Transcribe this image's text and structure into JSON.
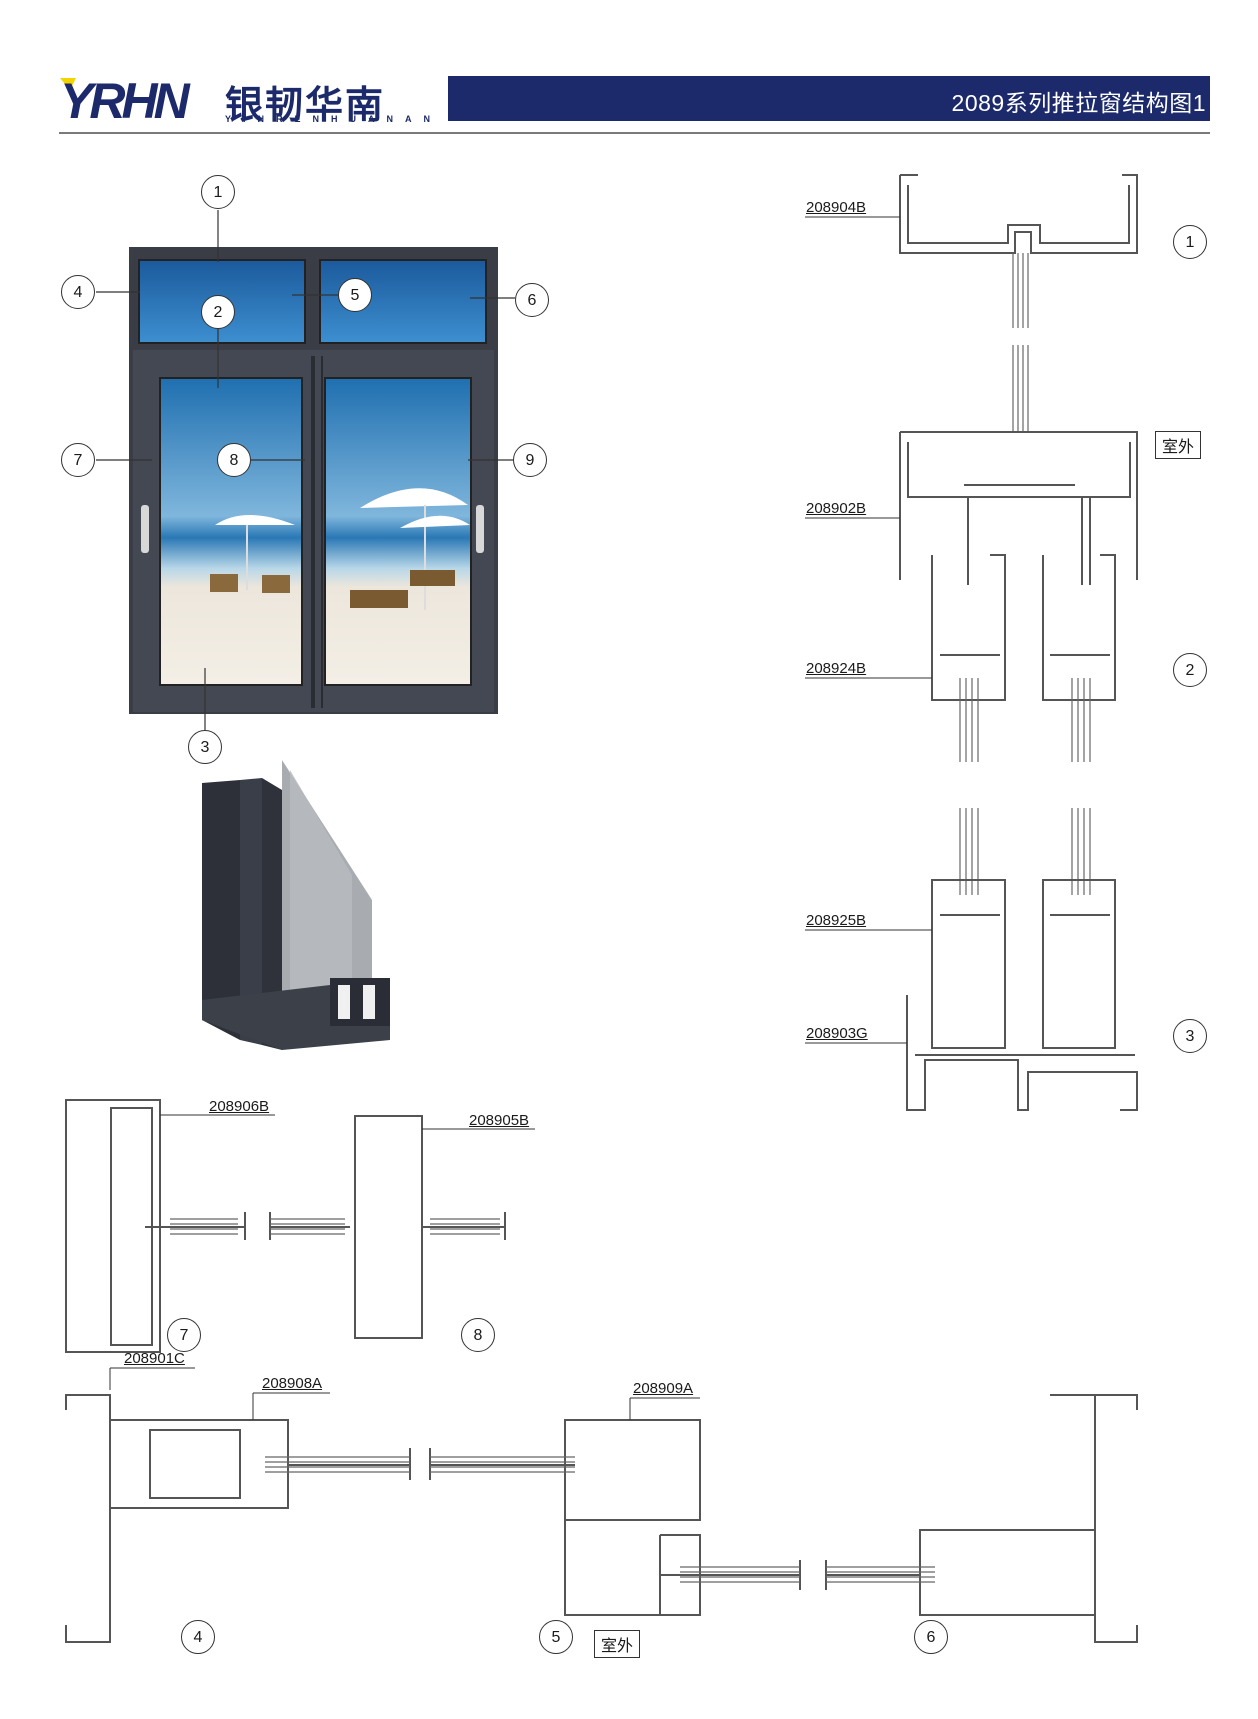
{
  "brand": {
    "logo_mark": "YRHN",
    "chinese_name": "银韧华南",
    "pinyin": "YINRENHUANAN",
    "accent": "#1c2a6b",
    "logo_yellow": "#f2d400"
  },
  "title": "2089系列推拉窗结构图1",
  "window_callouts": [
    "1",
    "2",
    "3",
    "4",
    "5",
    "6",
    "7",
    "8",
    "9"
  ],
  "outdoor_label": "室外",
  "profiles": {
    "p208904B": "208904B",
    "p208902B": "208902B",
    "p208924B": "208924B",
    "p208925B": "208925B",
    "p208903G": "208903G",
    "p208906B": "208906B",
    "p208905B": "208905B",
    "p208901C": "208901C",
    "p208908A": "208908A",
    "p208909A": "208909A"
  },
  "section_callouts": {
    "c1": "1",
    "c2": "2",
    "c3": "3",
    "c4": "4",
    "c5": "5",
    "c6": "6",
    "c7": "7",
    "c8": "8"
  },
  "icons": [
    "window-illustration",
    "corner-section-3d"
  ]
}
